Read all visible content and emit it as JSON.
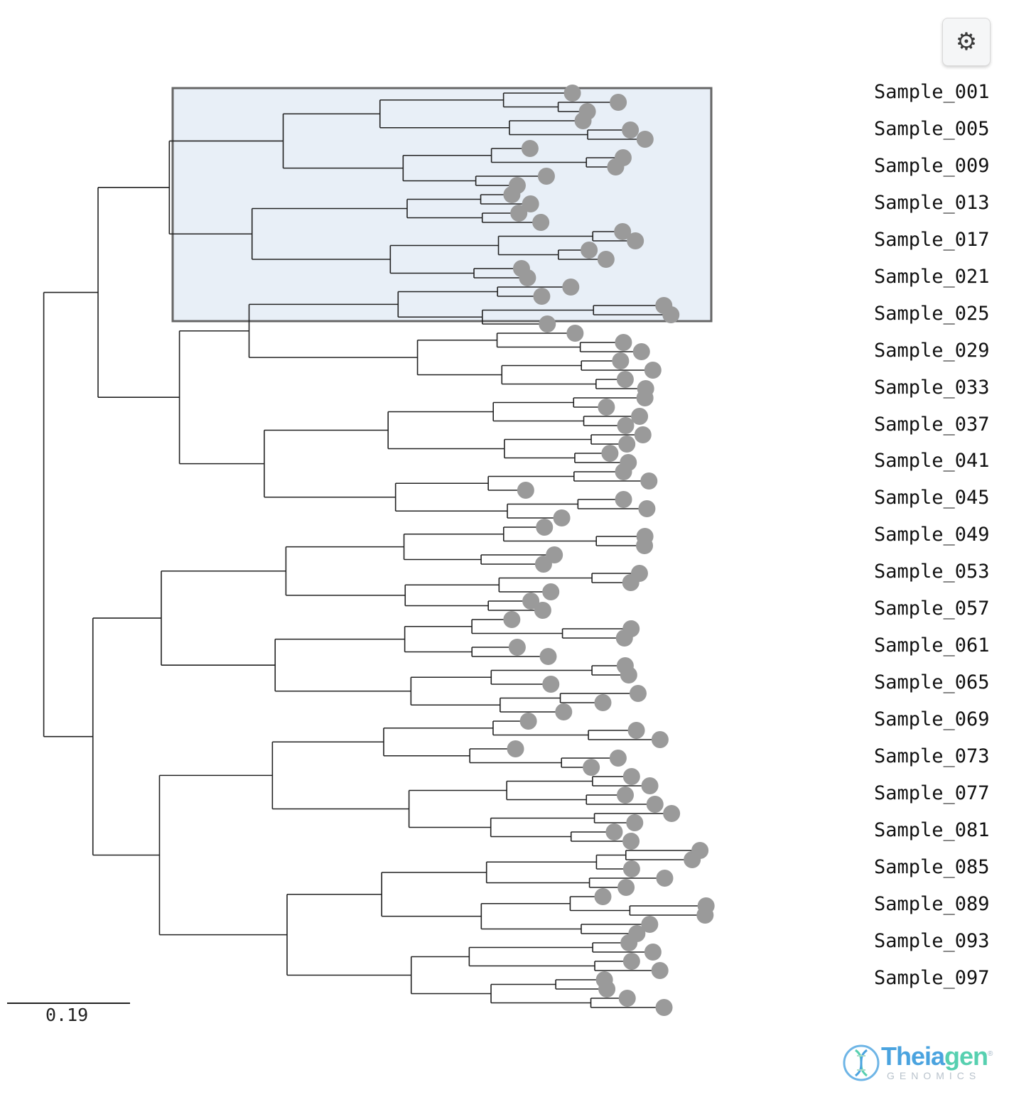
{
  "toolbar": {
    "settings_icon": "gear-icon",
    "settings_glyph": "⚙"
  },
  "tree": {
    "leaf_labels": [
      "Sample_001",
      "Sample_005",
      "Sample_009",
      "Sample_013",
      "Sample_017",
      "Sample_021",
      "Sample_025",
      "Sample_029",
      "Sample_033",
      "Sample_037",
      "Sample_041",
      "Sample_045",
      "Sample_049",
      "Sample_053",
      "Sample_057",
      "Sample_061",
      "Sample_065",
      "Sample_069",
      "Sample_073",
      "Sample_077",
      "Sample_081",
      "Sample_085",
      "Sample_089",
      "Sample_093",
      "Sample_097"
    ],
    "leaf_count": 100,
    "highlight_clade": "Sample_001 – Sample_025",
    "colors": {
      "branch": "#222222",
      "node": "#9a9a9a",
      "highlight_fill": "#e8eff7",
      "highlight_stroke": "#666666"
    }
  },
  "scale": {
    "label": "0.19"
  },
  "brand": {
    "logo_icon": "dna-icon",
    "name_part1": "Theia",
    "name_part2": "gen",
    "registered": "®",
    "subtitle": "GENOMICS",
    "colors": {
      "primary": "#4aa3df",
      "secondary": "#57d0b0"
    }
  }
}
